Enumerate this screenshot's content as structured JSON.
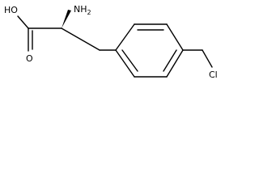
{
  "molecule": {
    "atoms": {
      "hydroxyl": "HO",
      "carbonyl_oxygen": "O",
      "amine_main": "NH",
      "amine_subscript": "2",
      "chlorine": "Cl"
    }
  }
}
